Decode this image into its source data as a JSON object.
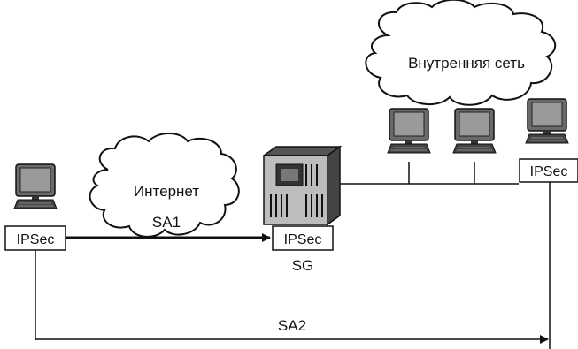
{
  "clouds": {
    "internal": {
      "label": "Внутренняя сеть"
    },
    "internet": {
      "label": "Интернет",
      "sub_label": "SA1"
    }
  },
  "nodes": {
    "left_host": {
      "tag": "IPSec"
    },
    "gateway": {
      "tag": "IPSec",
      "caption": "SG"
    },
    "right_host": {
      "tag": "IPSec"
    }
  },
  "links": {
    "sa2": {
      "label": "SA2"
    }
  }
}
